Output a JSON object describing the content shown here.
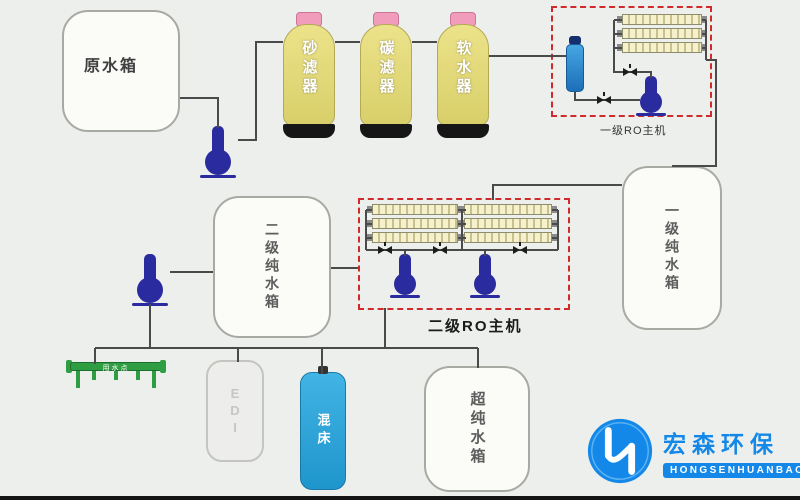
{
  "components": {
    "raw_tank": {
      "label": "原水箱"
    },
    "filters": [
      {
        "label": "砂滤器"
      },
      {
        "label": "碳滤器"
      },
      {
        "label": "软水器"
      }
    ],
    "ro_stage1": {
      "label": "一级RO主机"
    },
    "stage1_tank": {
      "label": "一级纯水箱"
    },
    "stage2_tank": {
      "label": "二级纯水箱"
    },
    "ro_stage2": {
      "label": "二级RO主机"
    },
    "ultra_tank": {
      "label": "超纯水箱"
    },
    "edi": {
      "label": "EDI"
    },
    "mixed_bed": {
      "label": "混床"
    },
    "use_point": {
      "label": "用水点"
    }
  },
  "logo": {
    "name_cn": "宏森环保",
    "name_en": "HONGSENHUANBAO"
  },
  "colors": {
    "background": "#edefec",
    "vessel_yellow": "#e3da74",
    "vessel_cap_pink": "#f09cba",
    "pump_blue": "#2b2ba0",
    "ro_box_red": "#cf2b2b",
    "mixed_bed_blue": "#2ba7dd",
    "manifold_green": "#2f9e42",
    "logo_blue": "#1488e8"
  }
}
